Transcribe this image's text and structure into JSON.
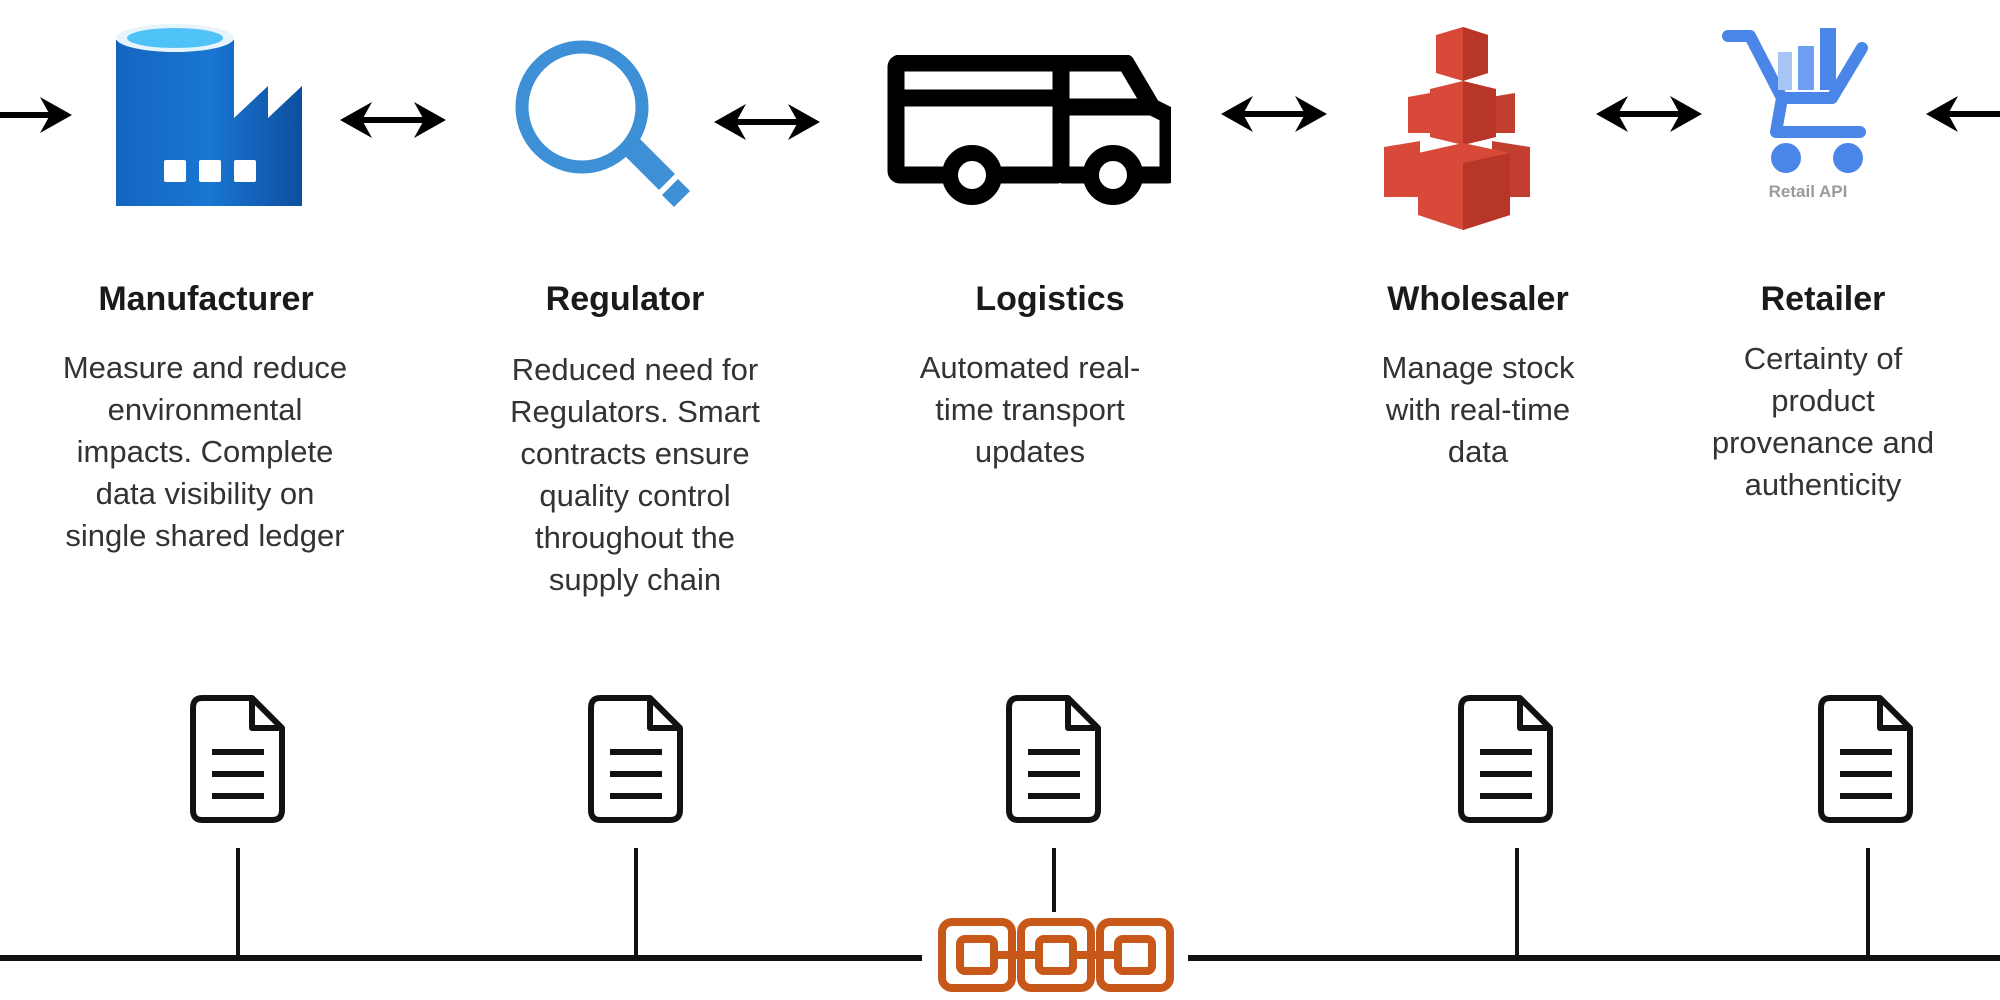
{
  "diagram": {
    "type": "supply-chain-blockchain",
    "arrows": [
      {
        "from": "offscreen-left",
        "to": "Manufacturer",
        "direction": "right"
      },
      {
        "from": "Manufacturer",
        "to": "Regulator",
        "direction": "both"
      },
      {
        "from": "Regulator",
        "to": "Logistics",
        "direction": "both"
      },
      {
        "from": "Logistics",
        "to": "Wholesaler",
        "direction": "both"
      },
      {
        "from": "Wholesaler",
        "to": "Retailer",
        "direction": "both"
      },
      {
        "from": "offscreen-right",
        "to": "Retailer",
        "direction": "left"
      }
    ],
    "participants": [
      {
        "id": "manufacturer",
        "icon": "factory-icon",
        "title": "Manufacturer",
        "description": [
          "Measure and reduce",
          "environmental",
          "impacts. Complete",
          "data visibility on",
          "single shared ledger"
        ]
      },
      {
        "id": "regulator",
        "icon": "magnifier-icon",
        "title": "Regulator",
        "description": [
          "Reduced need for",
          "Regulators. Smart",
          "contracts ensure",
          "quality control",
          "throughout the",
          "supply chain"
        ]
      },
      {
        "id": "logistics",
        "icon": "truck-icon",
        "title": "Logistics",
        "description": [
          "Automated real-",
          "time transport",
          "updates"
        ]
      },
      {
        "id": "wholesaler",
        "icon": "cubes-icon",
        "title": "Wholesaler",
        "description": [
          "Manage stock",
          "with real-time",
          "data"
        ]
      },
      {
        "id": "retailer",
        "icon": "shopping-cart-icon",
        "icon_label": "Retail API",
        "title": "Retailer",
        "description": [
          "Certainty of",
          "product",
          "provenance and",
          "authenticity"
        ]
      }
    ],
    "ledger": {
      "icon": "blockchain-icon",
      "document_icon": "document-icon",
      "colors": {
        "chain": "#c8581a",
        "line": "#111111"
      }
    },
    "colors": {
      "factory": "#1565c0",
      "factory_top": "#4fc3f7",
      "magnifier": "#3d8fd6",
      "truck": "#000000",
      "cubes": "#d9493a",
      "cart": "#4a86e8"
    }
  }
}
